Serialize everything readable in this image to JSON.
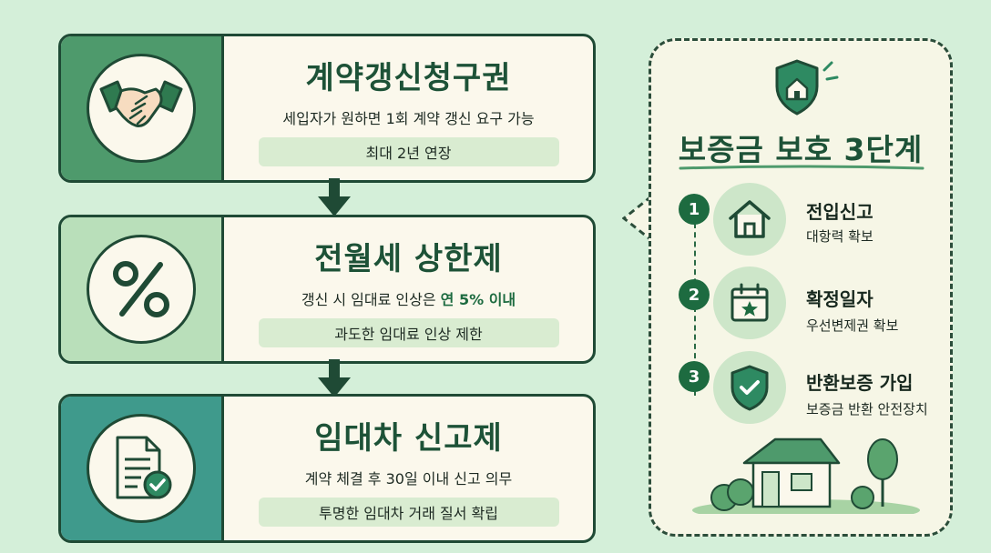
{
  "cards": [
    {
      "title": "계약갱신청구권",
      "desc": "세입자가 원하면 1회 계약 갱신 요구 가능",
      "tag": "최대 2년 연장",
      "icon": "handshake-icon",
      "side_color": "#4e9a6c"
    },
    {
      "title": "전월세 상한제",
      "desc_prefix": "갱신 시 임대료 인상은 ",
      "desc_highlight": "연 5% 이내",
      "tag": "과도한 임대료 인상 제한",
      "icon": "percent-icon",
      "side_color": "#b9dfba"
    },
    {
      "title": "임대차 신고제",
      "desc": "계약 체결 후 30일 이내 신고 의무",
      "tag": "투명한 임대차 거래 질서 확립",
      "icon": "document-check-icon",
      "side_color": "#3f9a8c"
    }
  ],
  "panel": {
    "title": "보증금 보호 3단계",
    "steps": [
      {
        "num": "1",
        "title": "전입신고",
        "desc": "대항력 확보",
        "icon": "house-icon"
      },
      {
        "num": "2",
        "title": "확정일자",
        "desc": "우선변제권 확보",
        "icon": "calendar-star-icon"
      },
      {
        "num": "3",
        "title": "반환보증 가입",
        "desc": "보증금 반환 안전장치",
        "icon": "shield-check-icon"
      }
    ]
  },
  "colors": {
    "background": "#d4efd9",
    "dark_green": "#1f4a35",
    "accent_green": "#1d6b40",
    "card_bg": "#fbf8ec"
  }
}
